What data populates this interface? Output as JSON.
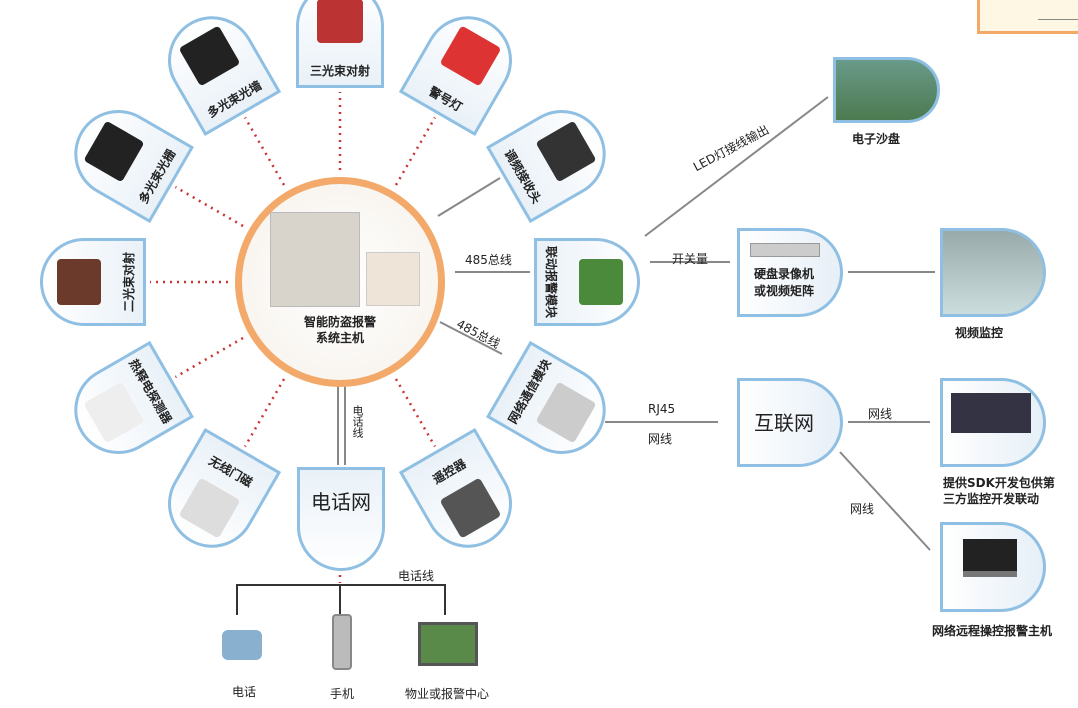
{
  "host": {
    "line1": "智能防盗报警",
    "line2": "系统主机"
  },
  "petals": [
    {
      "label": "三光束对射",
      "angle": 0,
      "color": "#b33"
    },
    {
      "label": "警号灯",
      "angle": 30,
      "color": "#d33"
    },
    {
      "label": "调频接收头",
      "angle": 60,
      "color": "#333"
    },
    {
      "label": "联动报警模块",
      "angle": 90,
      "color": "#4a8a3a"
    },
    {
      "label": "网络通信模块",
      "angle": 120,
      "color": "#ccc"
    },
    {
      "label": "遥控器",
      "angle": 150,
      "color": "#555"
    },
    {
      "label": "无线门磁",
      "angle": 210,
      "color": "#ddd"
    },
    {
      "label": "热释电探测器",
      "angle": 240,
      "color": "#eee"
    },
    {
      "label": "二光束对射",
      "angle": 270,
      "color": "#6b3a2a"
    },
    {
      "label": "多光束光栅",
      "angle": 300,
      "color": "#222"
    },
    {
      "label": "多光束光墙",
      "angle": 330,
      "color": "#222"
    }
  ],
  "phone_net": {
    "label": "电话网",
    "line_label": "电话线",
    "bus_label": "电话线",
    "endpoints": [
      "电话",
      "手机",
      "物业或报警中心"
    ]
  },
  "links": {
    "bus485_a": "485总线",
    "bus485_b": "485总线",
    "led": "LED灯接线输出",
    "switch": "开关量",
    "rj45": "RJ45",
    "net_a": "网线",
    "net_b": "网线",
    "net_c": "网线"
  },
  "right": {
    "sandtable": "电子沙盘",
    "dvr": "硬盘录像机\n或视频矩阵",
    "dvr_l1": "硬盘录像机",
    "dvr_l2": "或视频矩阵",
    "video": "视频监控",
    "internet": "互联网",
    "sdk_l1": "提供SDK开发包供第",
    "sdk_l2": "三方监控开发联动",
    "remote": "网络远程操控报警主机"
  }
}
